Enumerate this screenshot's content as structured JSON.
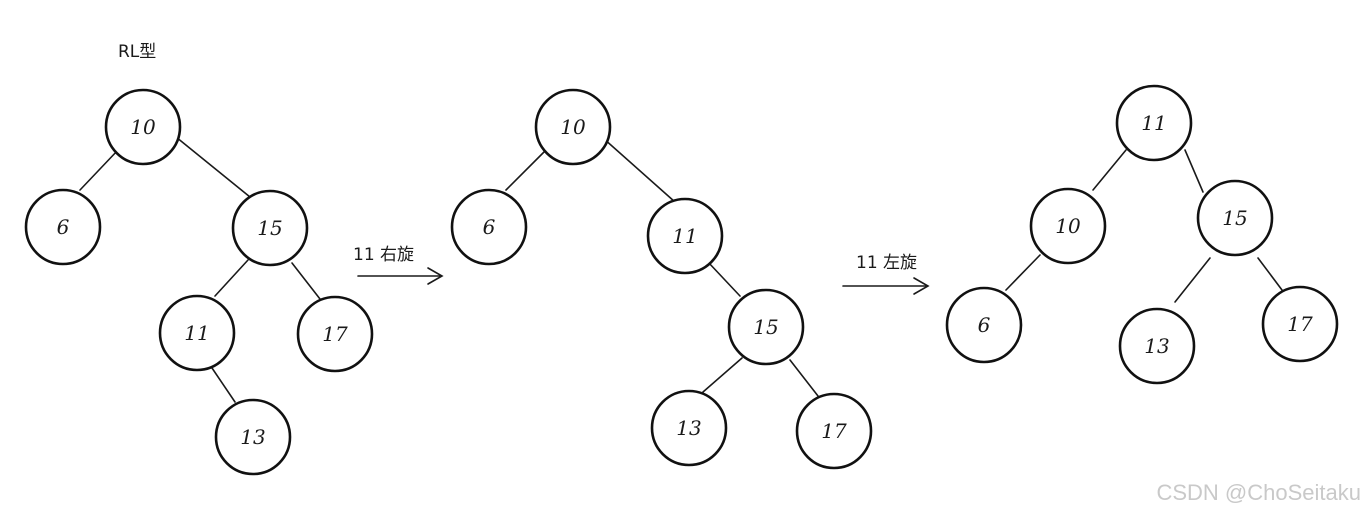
{
  "title": "RL型",
  "arrows": [
    {
      "label": "11 右旋"
    },
    {
      "label": "11 左旋"
    }
  ],
  "trees": [
    {
      "name": "initial",
      "nodes": [
        {
          "id": "n10",
          "value": "10"
        },
        {
          "id": "n6",
          "value": "6"
        },
        {
          "id": "n15",
          "value": "15"
        },
        {
          "id": "n11",
          "value": "11"
        },
        {
          "id": "n17",
          "value": "17"
        },
        {
          "id": "n13",
          "value": "13"
        }
      ],
      "edges": [
        {
          "from": "10",
          "to": "6"
        },
        {
          "from": "10",
          "to": "15"
        },
        {
          "from": "15",
          "to": "11"
        },
        {
          "from": "15",
          "to": "17"
        },
        {
          "from": "11",
          "to": "13"
        }
      ]
    },
    {
      "name": "after-right-rotation",
      "nodes": [
        {
          "id": "n10",
          "value": "10"
        },
        {
          "id": "n6",
          "value": "6"
        },
        {
          "id": "n11",
          "value": "11"
        },
        {
          "id": "n15",
          "value": "15"
        },
        {
          "id": "n13",
          "value": "13"
        },
        {
          "id": "n17",
          "value": "17"
        }
      ],
      "edges": [
        {
          "from": "10",
          "to": "6"
        },
        {
          "from": "10",
          "to": "11"
        },
        {
          "from": "11",
          "to": "15"
        },
        {
          "from": "15",
          "to": "13"
        },
        {
          "from": "15",
          "to": "17"
        }
      ]
    },
    {
      "name": "after-left-rotation",
      "nodes": [
        {
          "id": "n11",
          "value": "11"
        },
        {
          "id": "n10",
          "value": "10"
        },
        {
          "id": "n15",
          "value": "15"
        },
        {
          "id": "n6",
          "value": "6"
        },
        {
          "id": "n13",
          "value": "13"
        },
        {
          "id": "n17",
          "value": "17"
        }
      ],
      "edges": [
        {
          "from": "11",
          "to": "10"
        },
        {
          "from": "11",
          "to": "15"
        },
        {
          "from": "10",
          "to": "6"
        },
        {
          "from": "15",
          "to": "13"
        },
        {
          "from": "15",
          "to": "17"
        }
      ]
    }
  ],
  "watermark": "CSDN @ChoSeitaku"
}
